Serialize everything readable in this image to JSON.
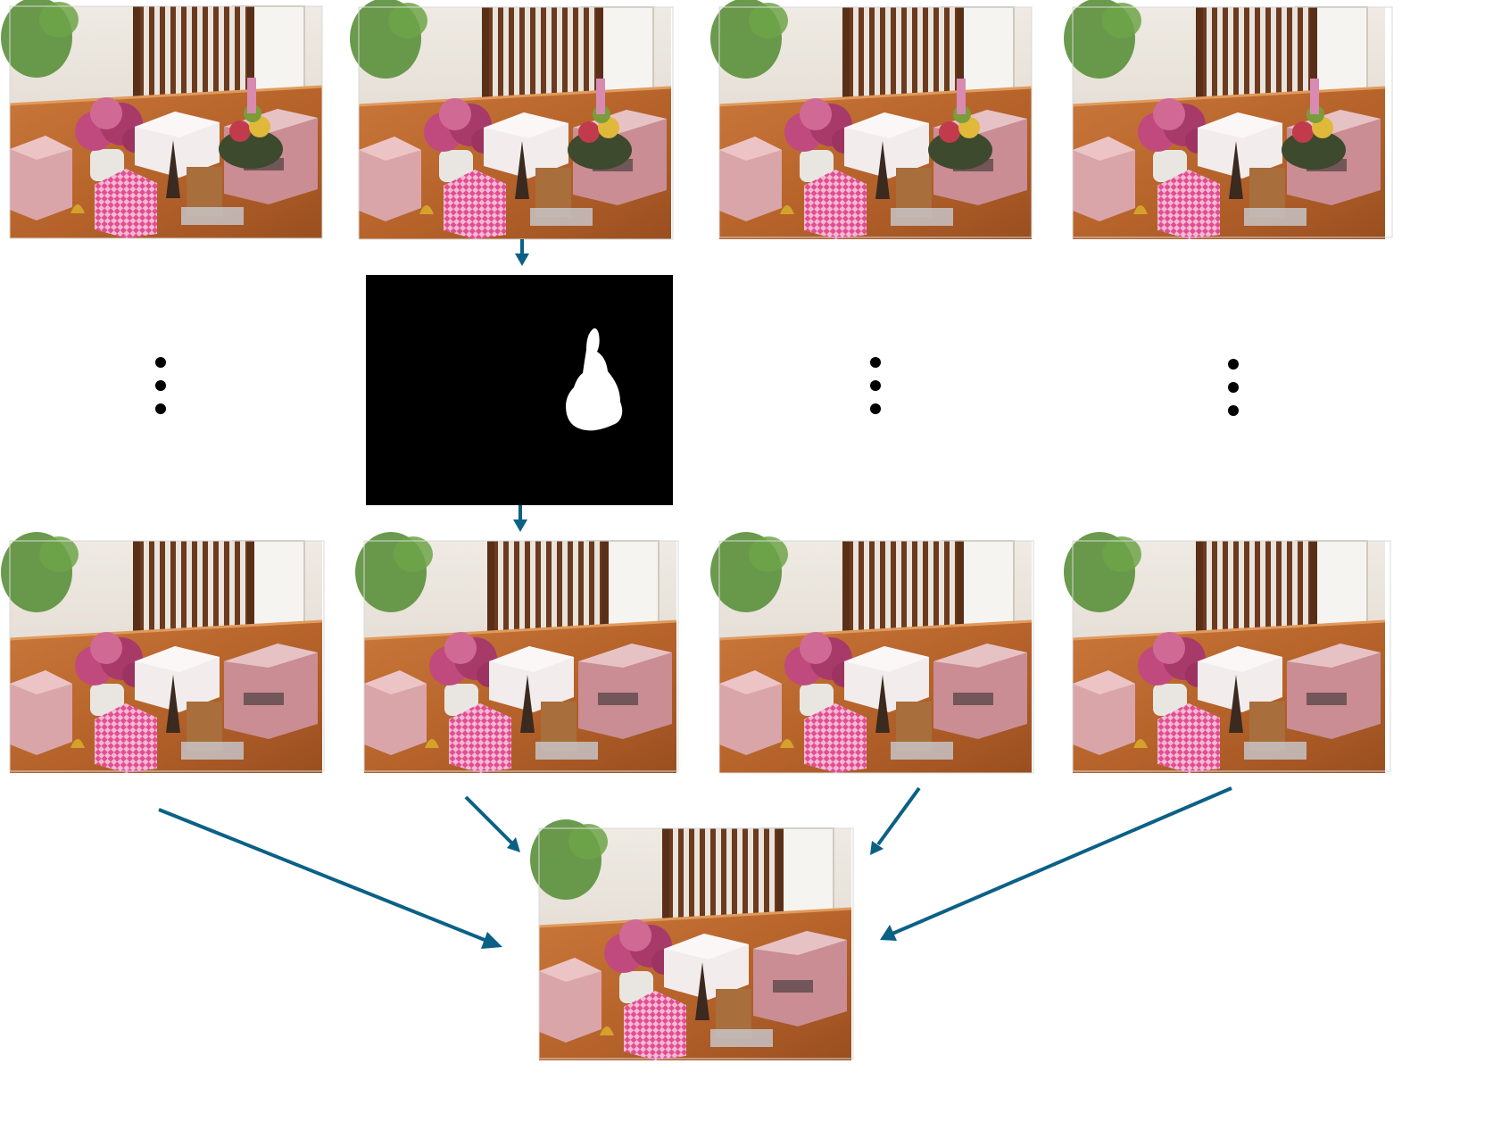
{
  "diagram": {
    "type": "pipeline-diagram",
    "colors": {
      "arrow": "#0b6185",
      "background": "#ffffff",
      "mask_background": "#000000",
      "mask_foreground": "#ffffff",
      "table_wood": "#b5622a",
      "table_light": "#d9884a",
      "wall": "#e9e4dc",
      "chair": "#6b3a1f",
      "plant": "#5a8f3a",
      "tissue_box_pink": "#d9a5a8",
      "tissue_box_white": "#f2ecec",
      "check_box_pink": "#e24d93",
      "flowers": "#c04a7e",
      "book": "#c98d93",
      "figurine": "#3d4a2d"
    },
    "top_row": [
      {
        "id": "input-frame-1",
        "has_figurine": true,
        "view": "left"
      },
      {
        "id": "input-frame-2",
        "has_figurine": true,
        "view": "center-left",
        "selected_for_mask": true
      },
      {
        "id": "input-frame-3",
        "has_figurine": true,
        "view": "center-right"
      },
      {
        "id": "input-frame-4",
        "has_figurine": true,
        "view": "right"
      }
    ],
    "mask": {
      "id": "object-mask",
      "description_icon": "figurine-silhouette-icon"
    },
    "bottom_row": [
      {
        "id": "inpainted-frame-1",
        "has_figurine": false,
        "view": "left"
      },
      {
        "id": "inpainted-frame-2",
        "has_figurine": false,
        "view": "center-left"
      },
      {
        "id": "inpainted-frame-3",
        "has_figurine": false,
        "view": "center-right"
      },
      {
        "id": "inpainted-frame-4",
        "has_figurine": false,
        "view": "right"
      }
    ],
    "output": {
      "id": "fused-output-frame",
      "has_figurine": false,
      "view": "center"
    },
    "ellipsis_columns": [
      1,
      3,
      4
    ]
  }
}
